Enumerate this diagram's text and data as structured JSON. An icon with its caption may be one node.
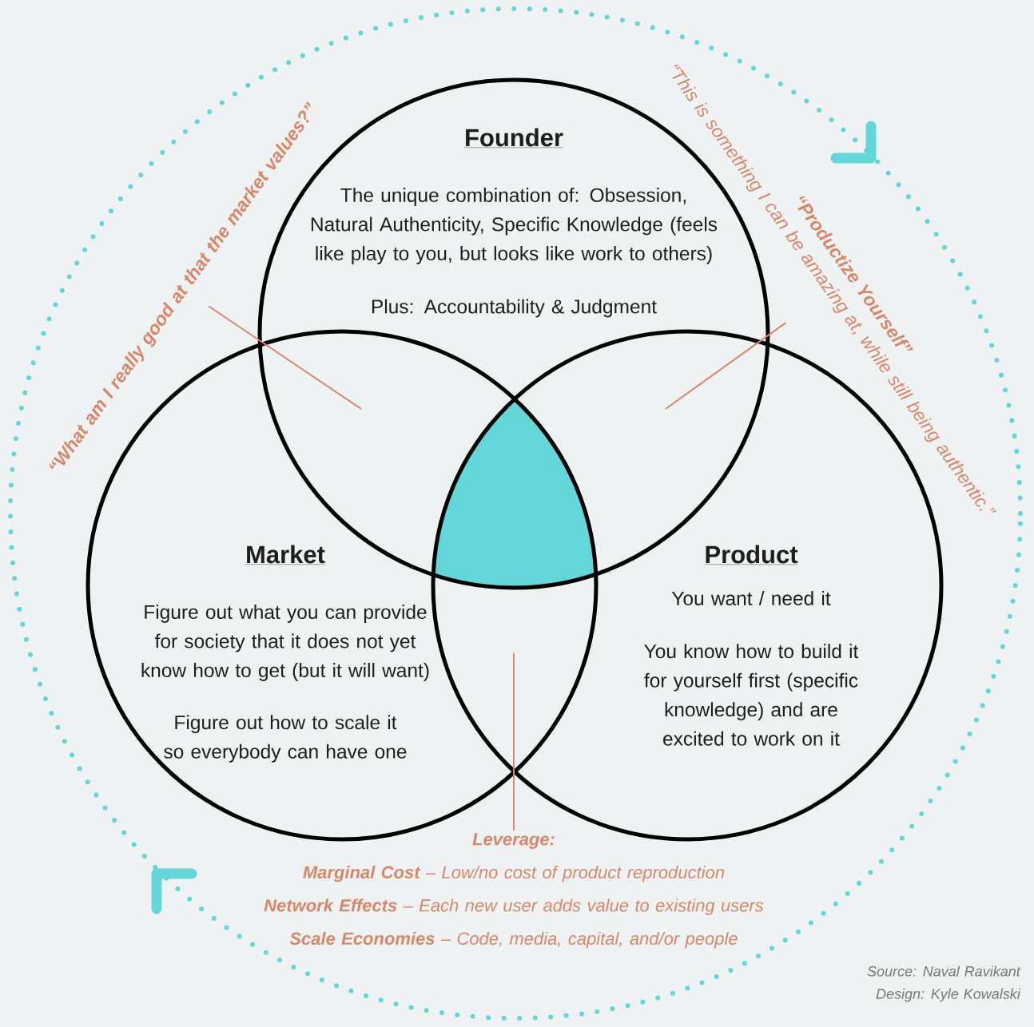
{
  "diagram": {
    "nodes": [
      {
        "text": [
          "Founder",
          "The unique combination of: Obsession, Natural Authenticity, Specific Knowledge (feels like play to you, but looks like work to others)",
          "Plus: Accountability & Judgment"
        ]
      },
      {
        "text": [
          "Market",
          "Figure out what you can provide for society that it does not yet know how to get (but it will want)",
          "Figure out how to scale it so everybody can have one"
        ]
      },
      {
        "text": [
          "Product",
          "You want / need it",
          "You know how to build it for yourself first (specific knowledge) and are excited to work on it"
        ]
      },
      {
        "text": [
          "“What am I really good at that the market values?”"
        ]
      },
      {
        "text": [
          "“Productize Yourself”",
          "“This is something I can be amazing at, while still being authentic.”"
        ]
      },
      {
        "text": [
          "Leverage:",
          "**Marginal Cost** – Low/no cost of product reproduction",
          "**Network Effects** – Each new user adds value to existing users",
          "**Scale Economies** – Code, media, capital, and/or people"
        ]
      },
      {
        "text": [],
        "shape": "triangle"
      }
    ],
    "edges": [
      {
        "from": 3,
        "to": 0,
        "arrow": "none"
      },
      {
        "from": 4,
        "to": null,
        "arrow": "none"
      },
      {
        "from": 5,
        "to": 1,
        "arrow": "none"
      }
    ],
    "labels": [
      "Source: Naval Ravikant",
      "Design: Kyle Kowalski"
    ]
  }
}
